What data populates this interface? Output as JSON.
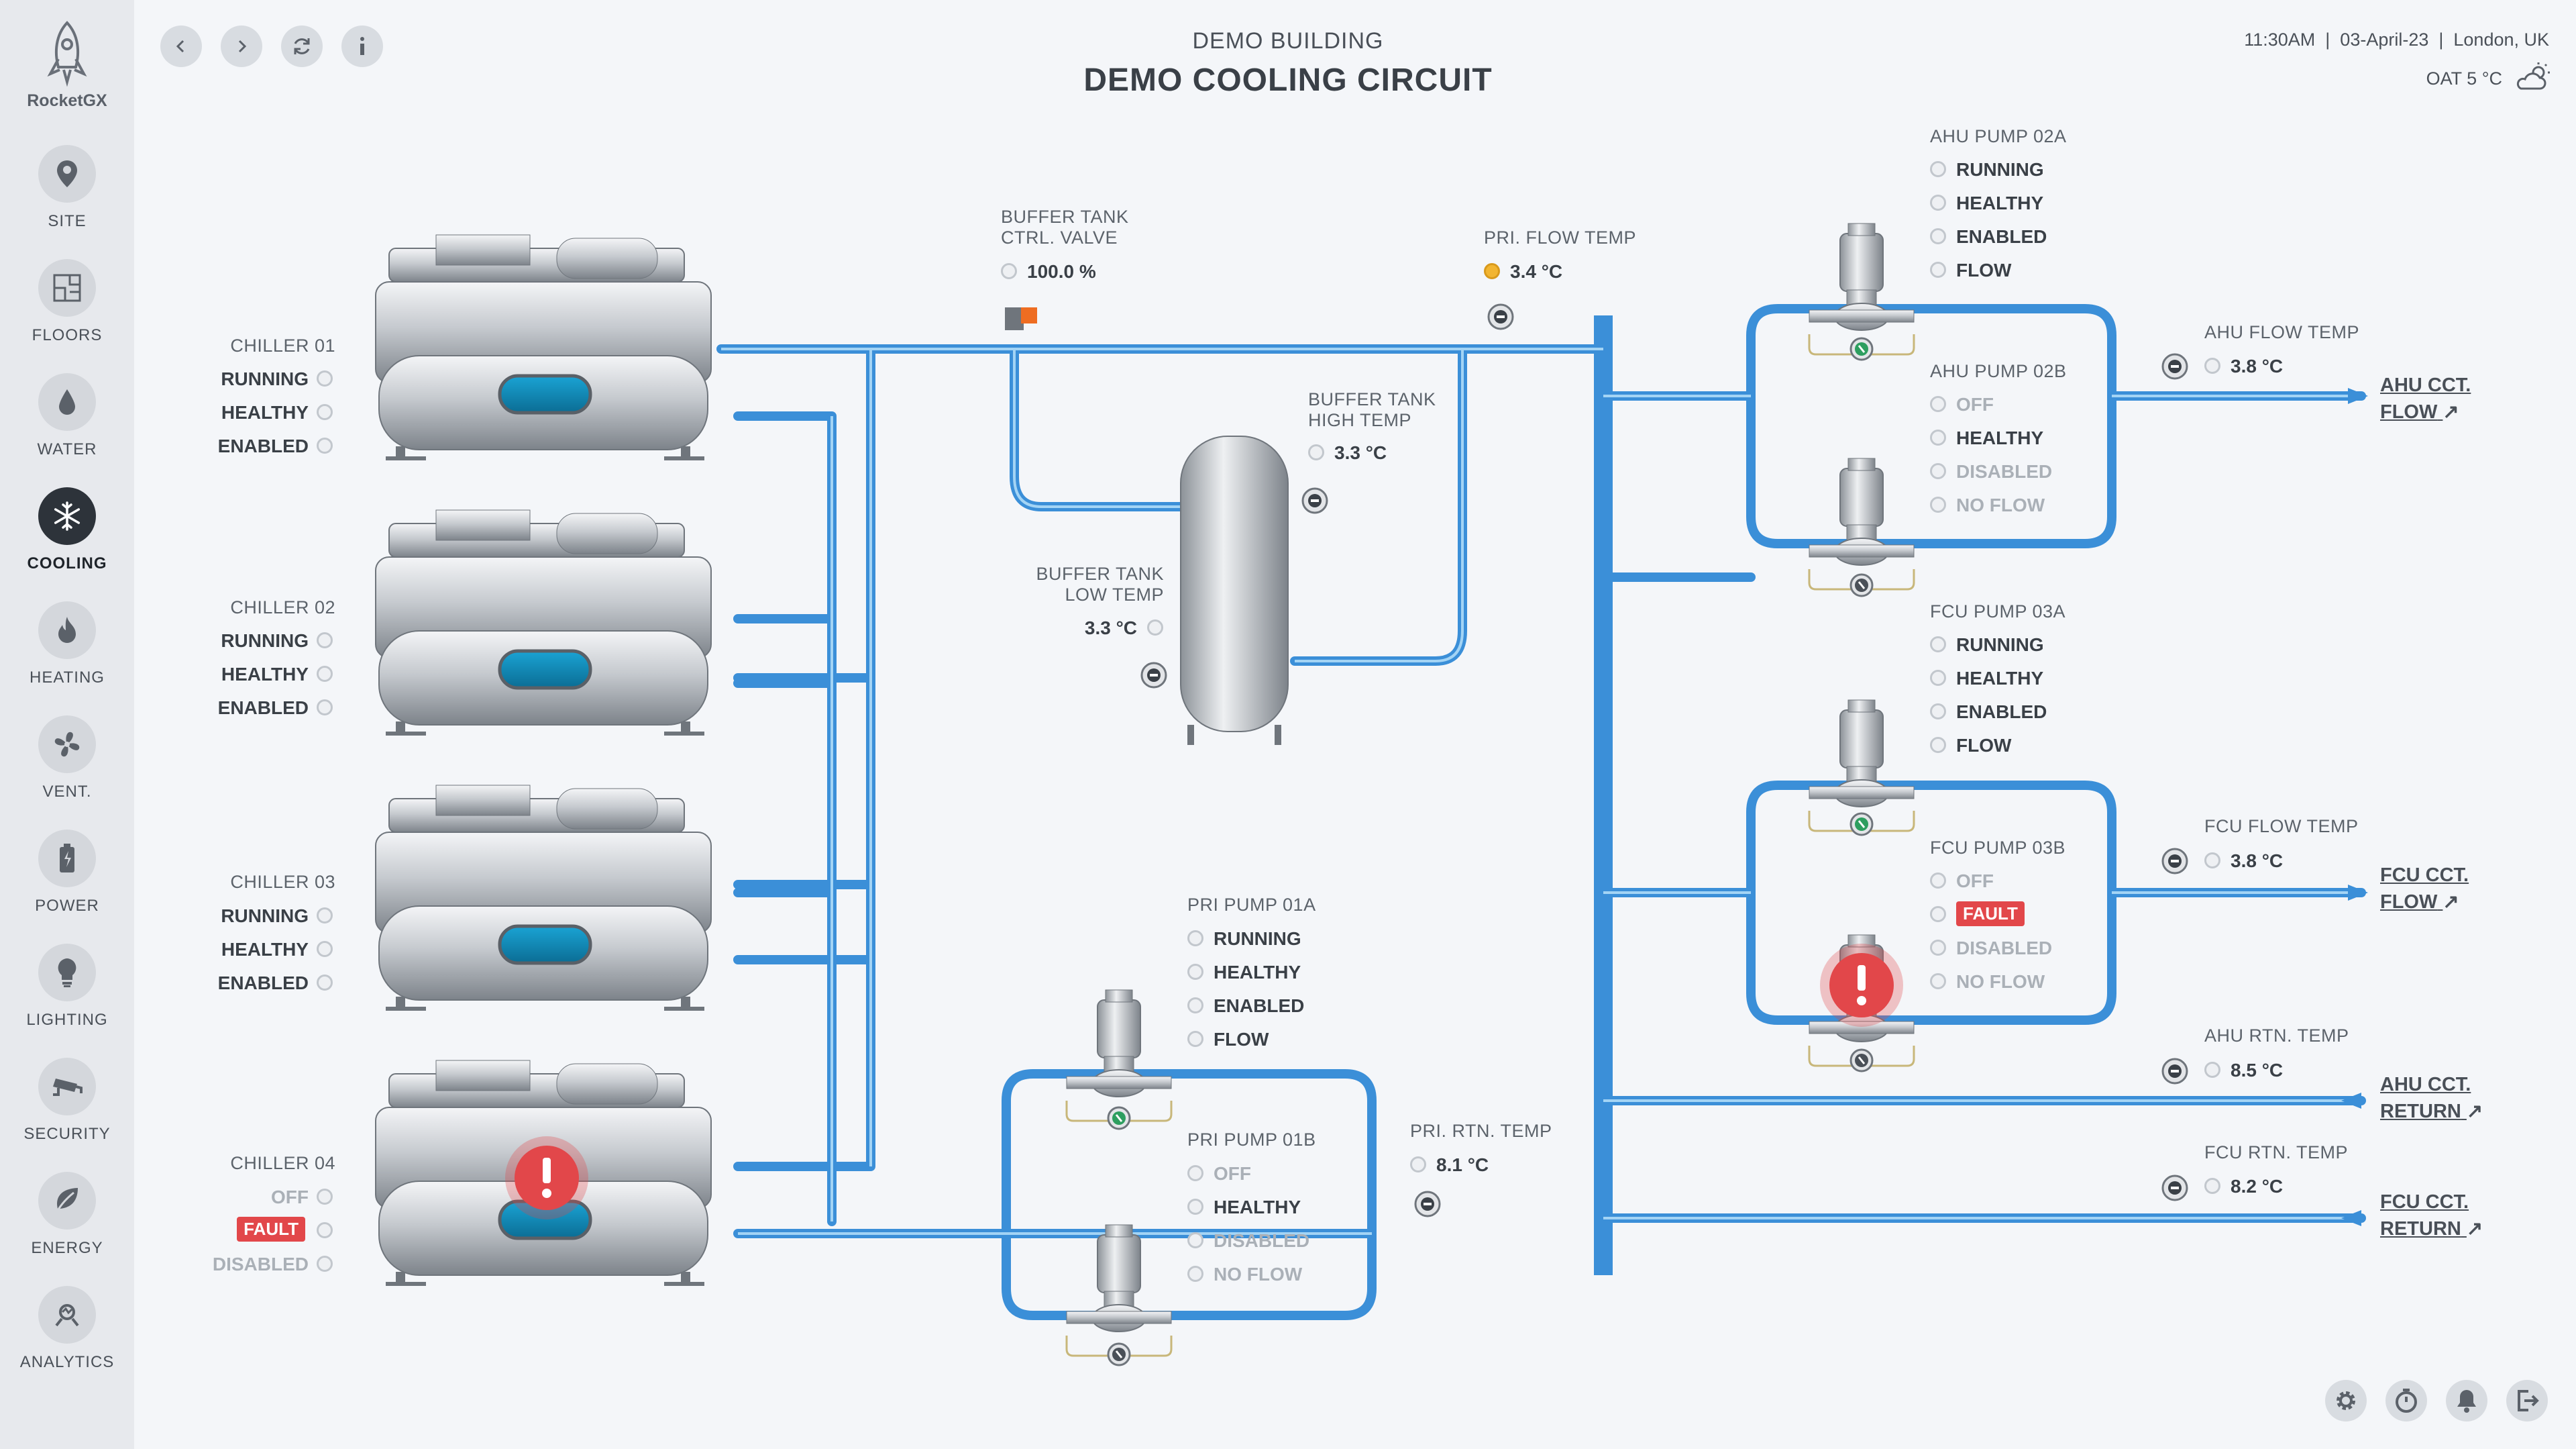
{
  "app": {
    "name": "RocketGX"
  },
  "nav": [
    {
      "label": "SITE",
      "icon": "map-pin-icon"
    },
    {
      "label": "FLOORS",
      "icon": "floorplan-icon"
    },
    {
      "label": "WATER",
      "icon": "water-drop-icon"
    },
    {
      "label": "COOLING",
      "icon": "snowflake-icon",
      "active": true
    },
    {
      "label": "HEATING",
      "icon": "flame-icon"
    },
    {
      "label": "VENT.",
      "icon": "fan-icon"
    },
    {
      "label": "POWER",
      "icon": "battery-icon"
    },
    {
      "label": "LIGHTING",
      "icon": "bulb-icon"
    },
    {
      "label": "SECURITY",
      "icon": "cctv-icon"
    },
    {
      "label": "ENERGY",
      "icon": "leaf-icon"
    },
    {
      "label": "ANALYTICS",
      "icon": "analytics-icon"
    }
  ],
  "header": {
    "building": "DEMO BUILDING",
    "title": "DEMO COOLING CIRCUIT",
    "time": "11:30AM",
    "date": "03-April-23",
    "location": "London, UK",
    "oat": "OAT 5 °C"
  },
  "chillers": [
    {
      "name": "CHILLER 01",
      "s1": "RUNNING",
      "s2": "HEALTHY",
      "s3": "ENABLED"
    },
    {
      "name": "CHILLER 02",
      "s1": "RUNNING",
      "s2": "HEALTHY",
      "s3": "ENABLED"
    },
    {
      "name": "CHILLER 03",
      "s1": "RUNNING",
      "s2": "HEALTHY",
      "s3": "ENABLED"
    },
    {
      "name": "CHILLER 04",
      "s1": "OFF",
      "s2": "FAULT",
      "s3": "DISABLED"
    }
  ],
  "buffer_valve": {
    "label1": "BUFFER TANK",
    "label2": "CTRL. VALVE",
    "value": "100.0 %"
  },
  "buffer_high": {
    "label1": "BUFFER TANK",
    "label2": "HIGH TEMP",
    "value": "3.3 °C"
  },
  "buffer_low": {
    "label1": "BUFFER TANK",
    "label2": "LOW TEMP",
    "value": "3.3 °C"
  },
  "pri_flow": {
    "label": "PRI. FLOW TEMP",
    "value": "3.4 °C"
  },
  "pri_rtn": {
    "label": "PRI. RTN. TEMP",
    "value": "8.1 °C"
  },
  "pri_pump_a": {
    "name": "PRI PUMP 01A",
    "s1": "RUNNING",
    "s2": "HEALTHY",
    "s3": "ENABLED",
    "s4": "FLOW"
  },
  "pri_pump_b": {
    "name": "PRI PUMP 01B",
    "s1": "OFF",
    "s2": "HEALTHY",
    "s3": "DISABLED",
    "s4": "NO FLOW"
  },
  "ahu_pump_a": {
    "name": "AHU PUMP 02A",
    "s1": "RUNNING",
    "s2": "HEALTHY",
    "s3": "ENABLED",
    "s4": "FLOW"
  },
  "ahu_pump_b": {
    "name": "AHU PUMP 02B",
    "s1": "OFF",
    "s2": "HEALTHY",
    "s3": "DISABLED",
    "s4": "NO FLOW"
  },
  "fcu_pump_a": {
    "name": "FCU PUMP 03A",
    "s1": "RUNNING",
    "s2": "HEALTHY",
    "s3": "ENABLED",
    "s4": "FLOW"
  },
  "fcu_pump_b": {
    "name": "FCU PUMP 03B",
    "s1": "OFF",
    "s2": "FAULT",
    "s3": "DISABLED",
    "s4": "NO FLOW"
  },
  "ahu_flow": {
    "label": "AHU FLOW TEMP",
    "value": "3.8 °C"
  },
  "fcu_flow": {
    "label": "FCU FLOW TEMP",
    "value": "3.8 °C"
  },
  "ahu_rtn": {
    "label": "AHU RTN. TEMP",
    "value": "8.5 °C"
  },
  "fcu_rtn": {
    "label": "FCU RTN. TEMP",
    "value": "8.2 °C"
  },
  "links": {
    "ahu_flow1": "AHU CCT.",
    "ahu_flow2": "FLOW",
    "fcu_flow1": "FCU CCT.",
    "fcu_flow2": "FLOW",
    "ahu_rtn1": "AHU CCT.",
    "ahu_rtn2": "RETURN",
    "fcu_rtn1": "FCU CCT.",
    "fcu_rtn2": "RETURN"
  },
  "colors": {
    "pipe": "#3b9ae1",
    "fault": "#e2474a",
    "indicator_amber": "#f2b531",
    "sidebar": "#e7e9ed"
  }
}
